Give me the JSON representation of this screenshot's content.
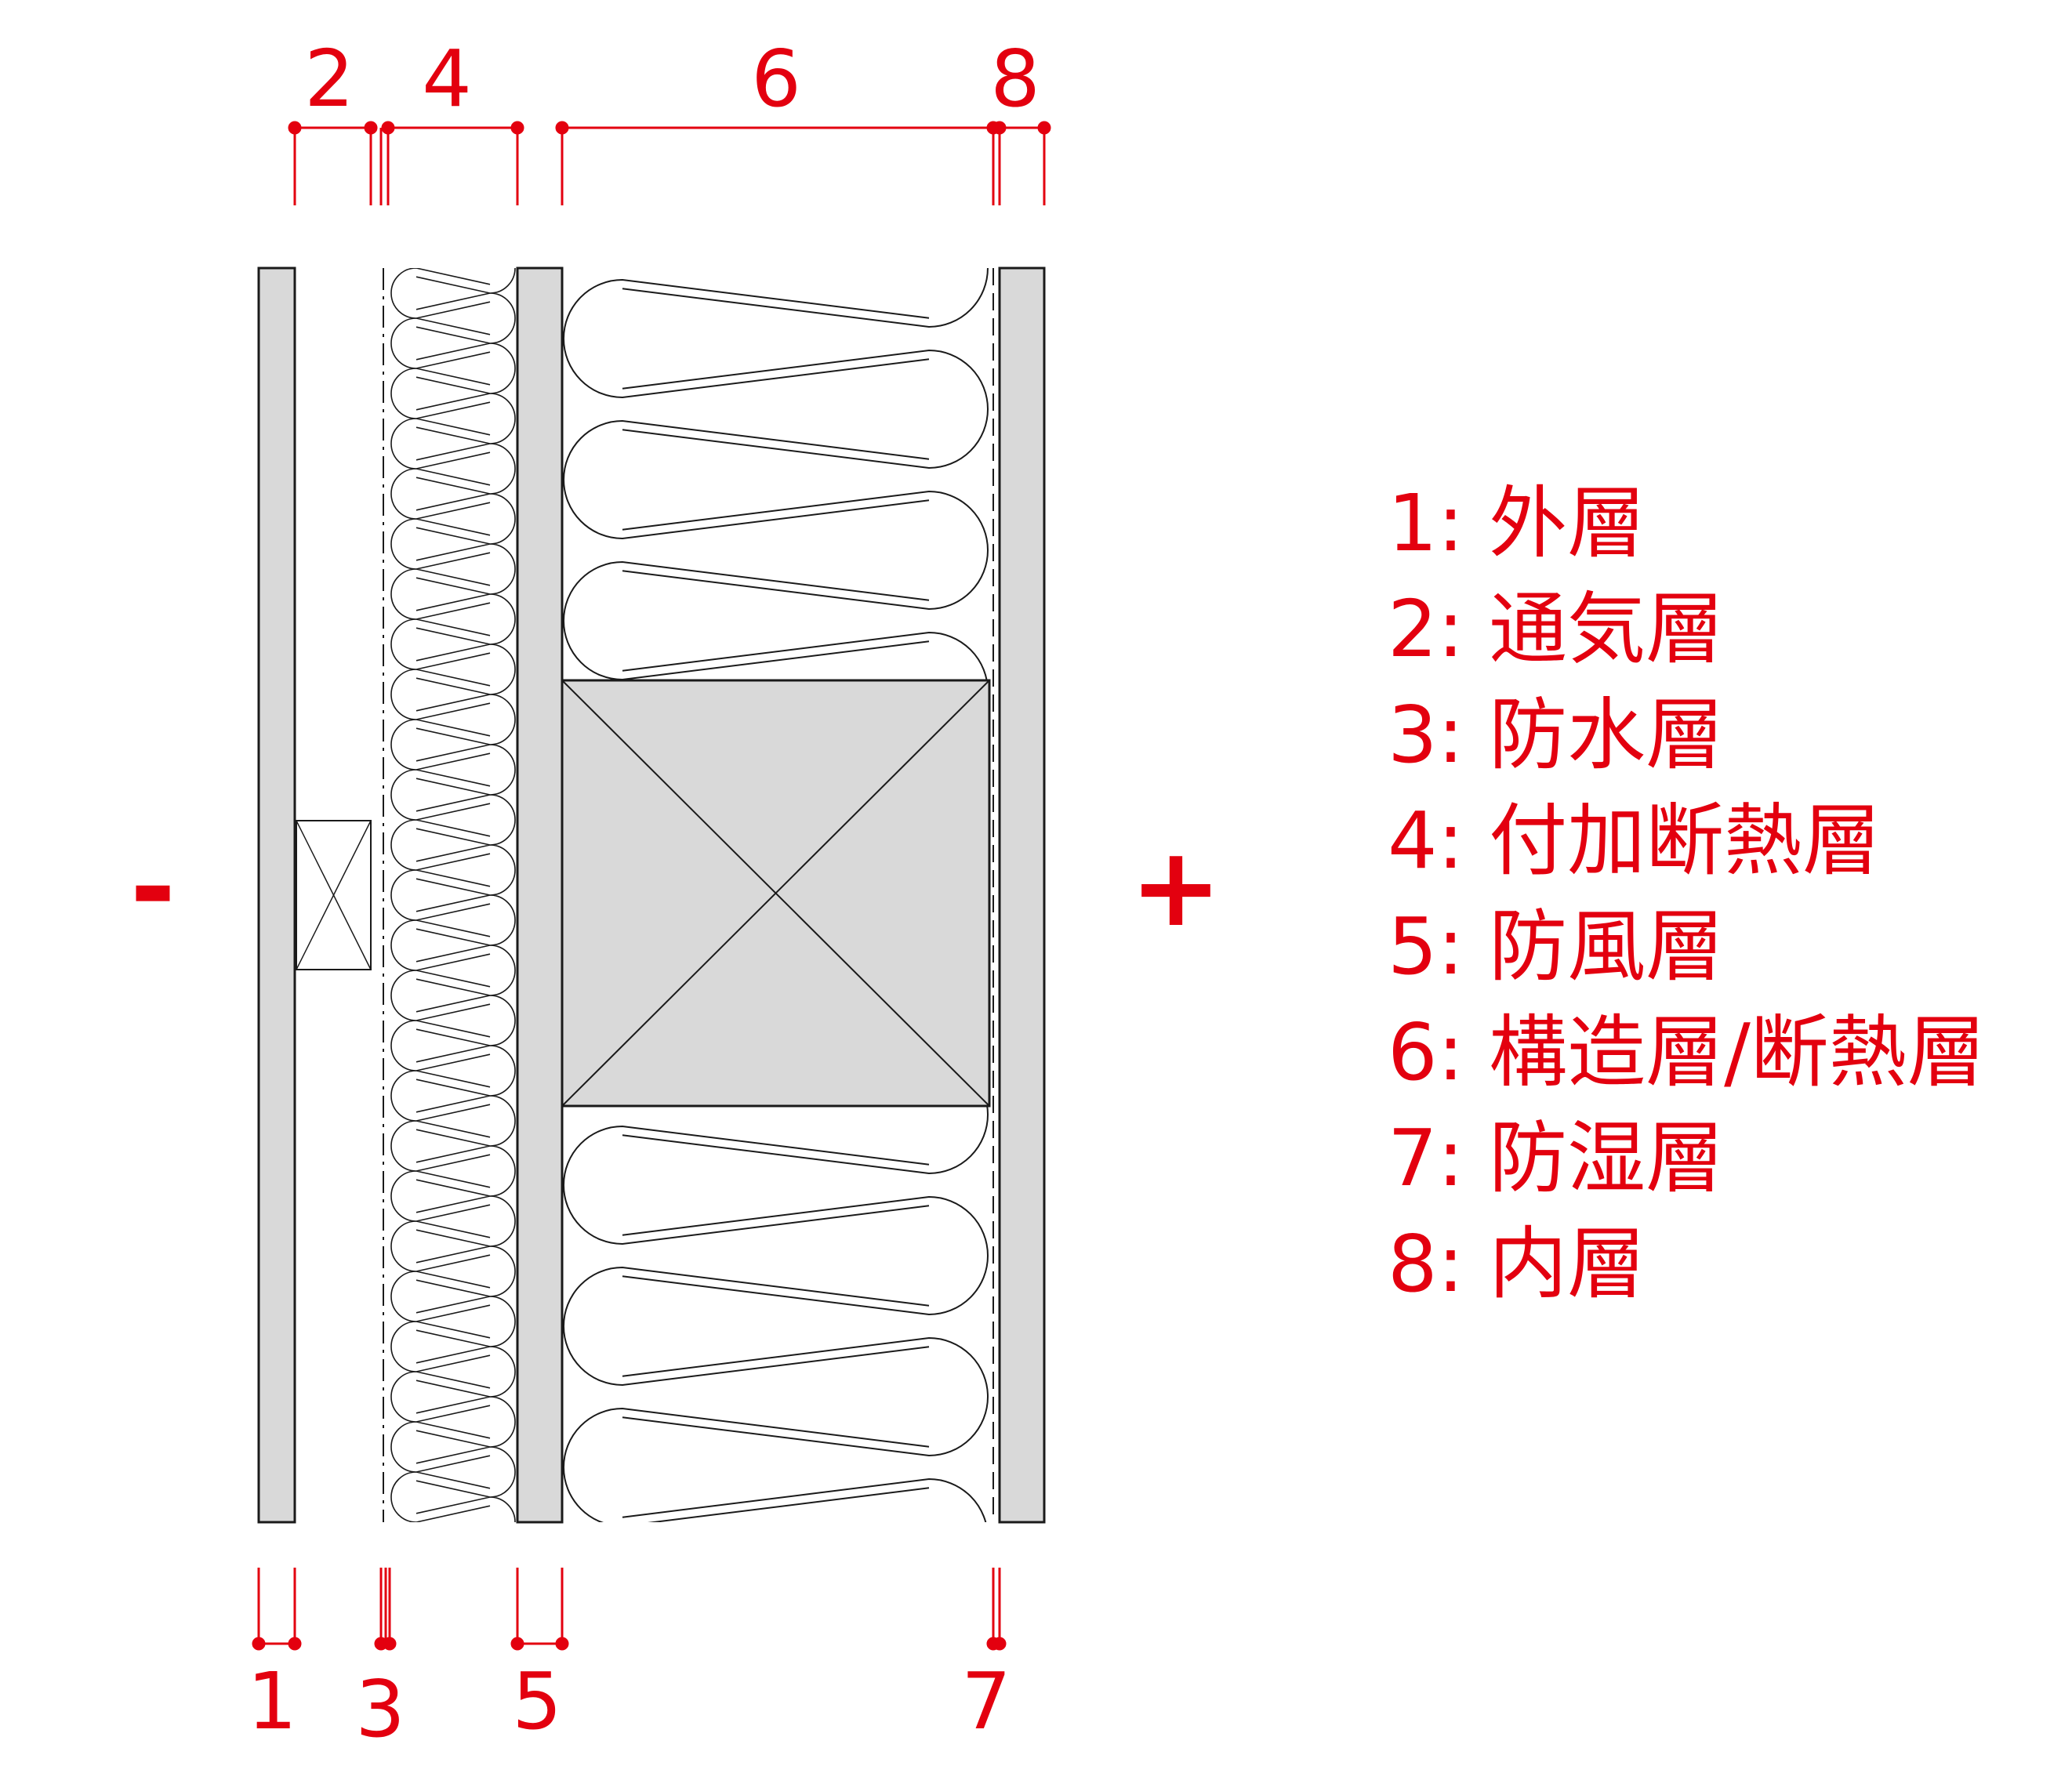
{
  "colors": {
    "accent": "#e3000f",
    "layer_fill": "#d9d9d9",
    "line": "#1a1a1a"
  },
  "labels": {
    "top": [
      "2",
      "4",
      "6",
      "8"
    ],
    "bottom": [
      "1",
      "3",
      "5",
      "7"
    ]
  },
  "sides": {
    "exterior": "-",
    "interior": "+"
  },
  "legend": [
    "1: 外層",
    "2: 通気層",
    "3: 防水層",
    "4: 付加断熱層",
    "5: 防風層",
    "6: 構造層/断熱層",
    "7: 防湿層",
    "8: 内層"
  ]
}
